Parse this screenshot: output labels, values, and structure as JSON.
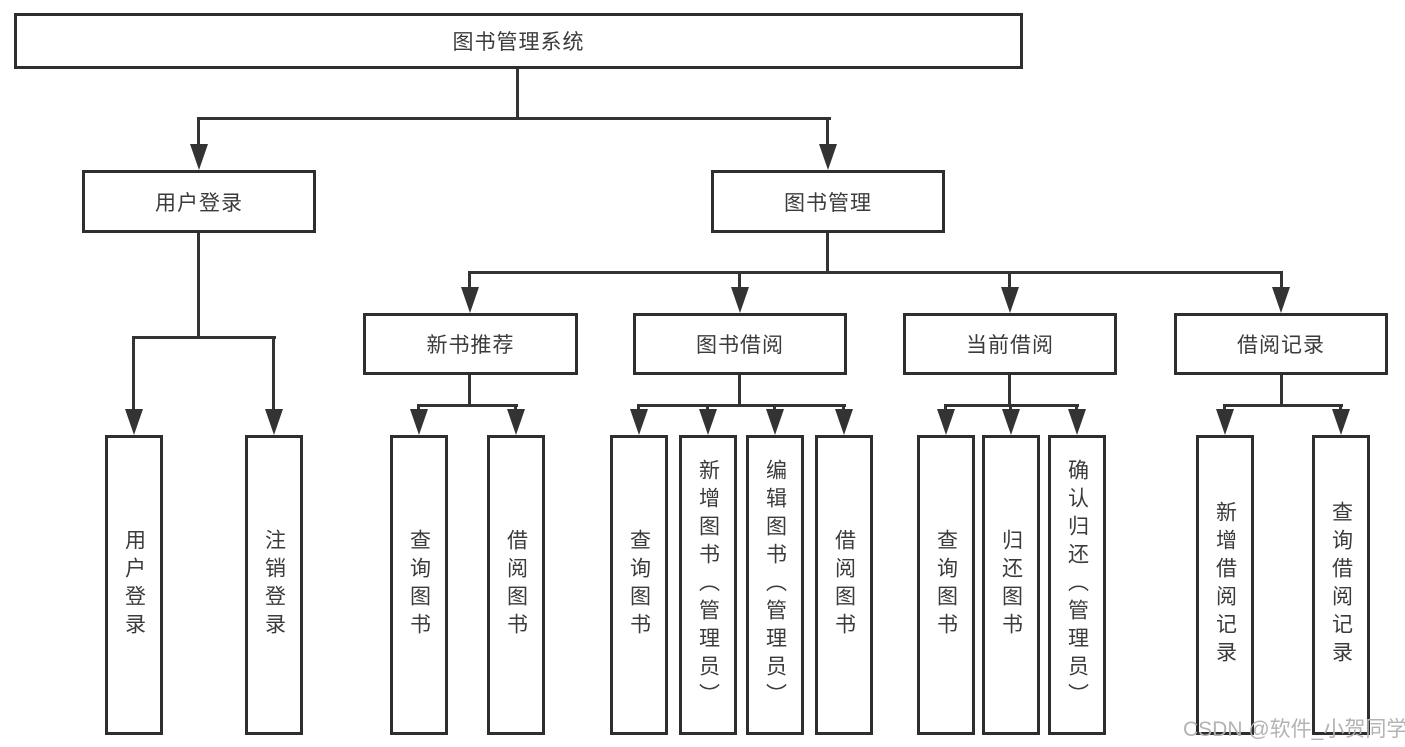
{
  "diagram": {
    "root_label": "图书管理系统",
    "level2": [
      {
        "label": "用户登录",
        "children": [
          "用户登录",
          "注销登录"
        ]
      },
      {
        "label": "图书管理"
      }
    ],
    "level3": [
      {
        "label": "新书推荐",
        "children": [
          "查询图书",
          "借阅图书"
        ]
      },
      {
        "label": "图书借阅",
        "children": [
          "查询图书",
          "新增图书（管理员）",
          "编辑图书（管理员）",
          "借阅图书"
        ]
      },
      {
        "label": "当前借阅",
        "children": [
          "查询图书",
          "归还图书",
          "确认归还（管理员）"
        ]
      },
      {
        "label": "借阅记录",
        "children": [
          "新增借阅记录",
          "查询借阅记录"
        ]
      }
    ],
    "watermark": "CSDN @软件_小贺同学",
    "colors": {
      "line": "#333333",
      "border": "#2e2e2e",
      "text": "#3b3b3b",
      "watermark": "#b3b3b3",
      "background": "#ffffff"
    }
  }
}
